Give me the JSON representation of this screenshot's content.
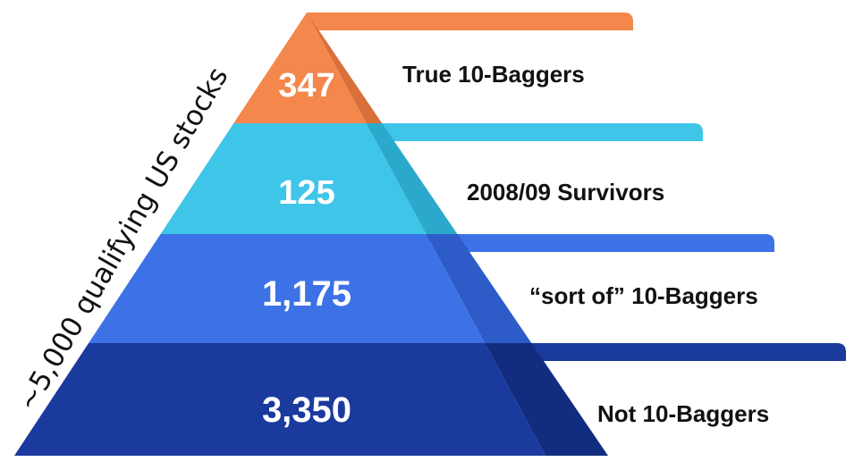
{
  "side_label": "~5,000 qualifying US stocks",
  "tiers": [
    {
      "value": "347",
      "label": "True 10-Baggers",
      "color": "#f4874b",
      "shade": "#d8703a"
    },
    {
      "value": "125",
      "label": "2008/09 Survivors",
      "color": "#3fc5e8",
      "shade": "#2aa9cc"
    },
    {
      "value": "1,175",
      "label": "“sort of” 10-Baggers",
      "color": "#3d72e6",
      "shade": "#2d5cc8"
    },
    {
      "value": "3,350",
      "label": "Not 10-Baggers",
      "color": "#1a3a9e",
      "shade": "#122c80"
    }
  ]
}
